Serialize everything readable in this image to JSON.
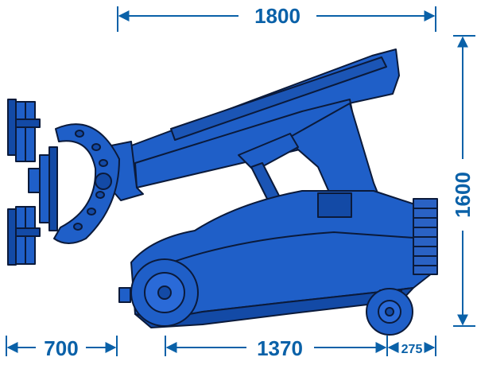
{
  "dimensions": {
    "overall_length": "1800",
    "overall_height": "1600",
    "front_overhang": "700",
    "wheelbase": "1370",
    "rear_overhang": "275"
  },
  "colors": {
    "machine_fill": "#1f5fc8",
    "machine_dark": "#134aa6",
    "outline": "#0b1a3a",
    "dimension": "#0a61a8",
    "wheel_hub": "#2a6ad8",
    "grille": "#2a62c4"
  }
}
